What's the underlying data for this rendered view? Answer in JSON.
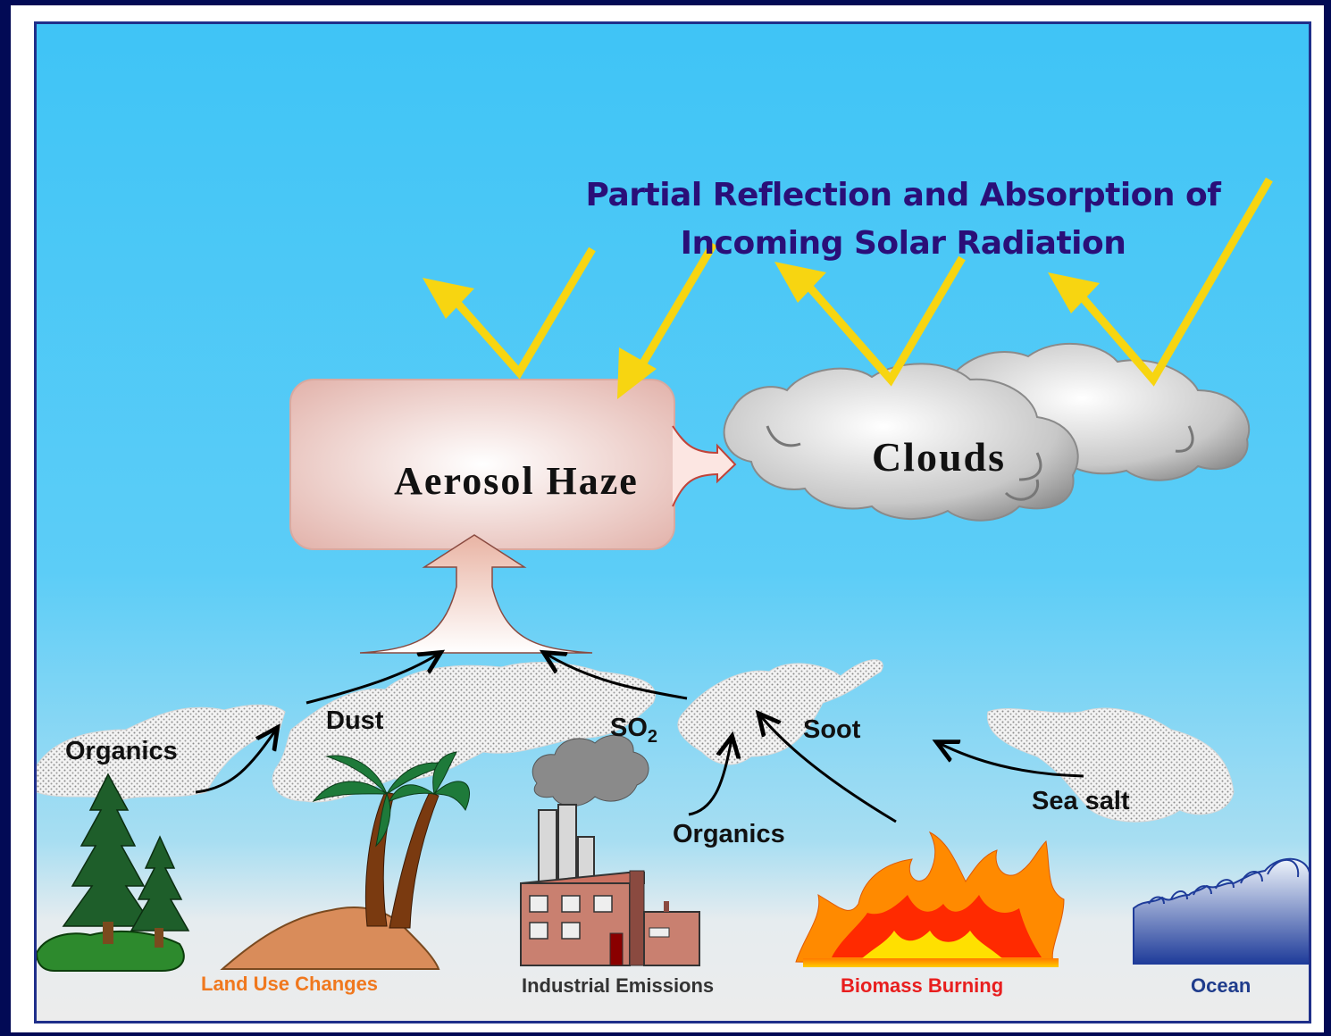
{
  "title": {
    "line1": "Partial Reflection and Absorption of",
    "line2": "Incoming Solar Radiation"
  },
  "boxes": {
    "haze": "Aerosol Haze",
    "clouds": "Clouds"
  },
  "sources": {
    "organics_left": "Organics",
    "dust": "Dust",
    "so2_base": "SO",
    "so2_sub": "2",
    "soot": "Soot",
    "organics_mid": "Organics",
    "sea_salt": "Sea salt"
  },
  "categories": [
    {
      "label": "Land Use Changes",
      "color": "#f0781e"
    },
    {
      "label": "Industrial Emissions",
      "color": "#333333"
    },
    {
      "label": "Biomass Burning",
      "color": "#e81e1e"
    },
    {
      "label": "Ocean",
      "color": "#1f3c8c"
    }
  ],
  "colors": {
    "sunlight": "#f7d511",
    "background_border": "#020a55",
    "title": "#2a0f78"
  },
  "icons": [
    "pine-trees-icon",
    "palm-trees-icon",
    "factory-icon",
    "fire-icon",
    "ocean-wave-icon"
  ]
}
